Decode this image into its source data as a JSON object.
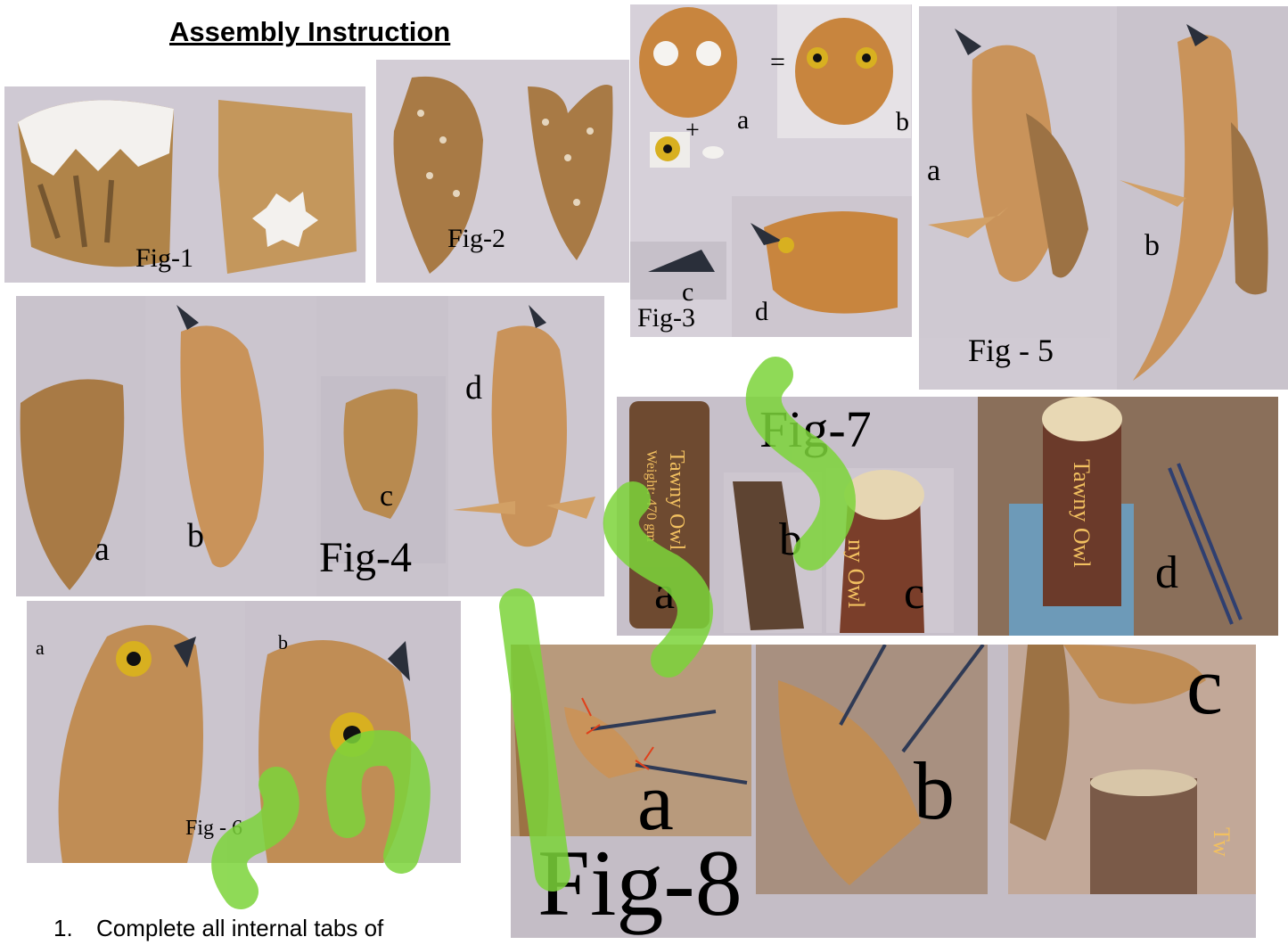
{
  "title": "Assembly Instruction",
  "figures": {
    "fig1": {
      "label": "Fig-1"
    },
    "fig2": {
      "label": "Fig-2"
    },
    "fig3": {
      "label": "Fig-3",
      "sub_a": "a",
      "sub_b": "b",
      "sub_c": "c",
      "sub_d": "d",
      "equals": "=",
      "plus": "+"
    },
    "fig4": {
      "label": "Fig-4",
      "sub_a": "a",
      "sub_b": "b",
      "sub_c": "c",
      "sub_d": "d"
    },
    "fig5": {
      "label": "Fig - 5",
      "sub_a": "a",
      "sub_b": "b"
    },
    "fig6": {
      "label": "Fig - 6",
      "sub_a": "a",
      "sub_b": "b"
    },
    "fig7": {
      "label": "Fig-7",
      "sub_a": "a",
      "sub_b": "b",
      "sub_c": "c",
      "sub_d": "d",
      "stand_text_a": "Tawny Owl",
      "stand_text_a2": "Weight: 470 gm",
      "stand_text_c": "ny Owl",
      "stand_text_d": "Tawny Owl"
    },
    "fig8": {
      "label": "Fig-8",
      "sub_a": "a",
      "sub_b": "b",
      "sub_c": "c",
      "stand_text_c": "Tw"
    }
  },
  "instructions": [
    {
      "num": "1.",
      "text": "Complete all internal tabs of"
    }
  ],
  "colors": {
    "panel_bg": "#c9c3cf",
    "feather": "#b88a4f",
    "accent_arrow": "#e0401a",
    "watermark": "#7cd43a"
  }
}
